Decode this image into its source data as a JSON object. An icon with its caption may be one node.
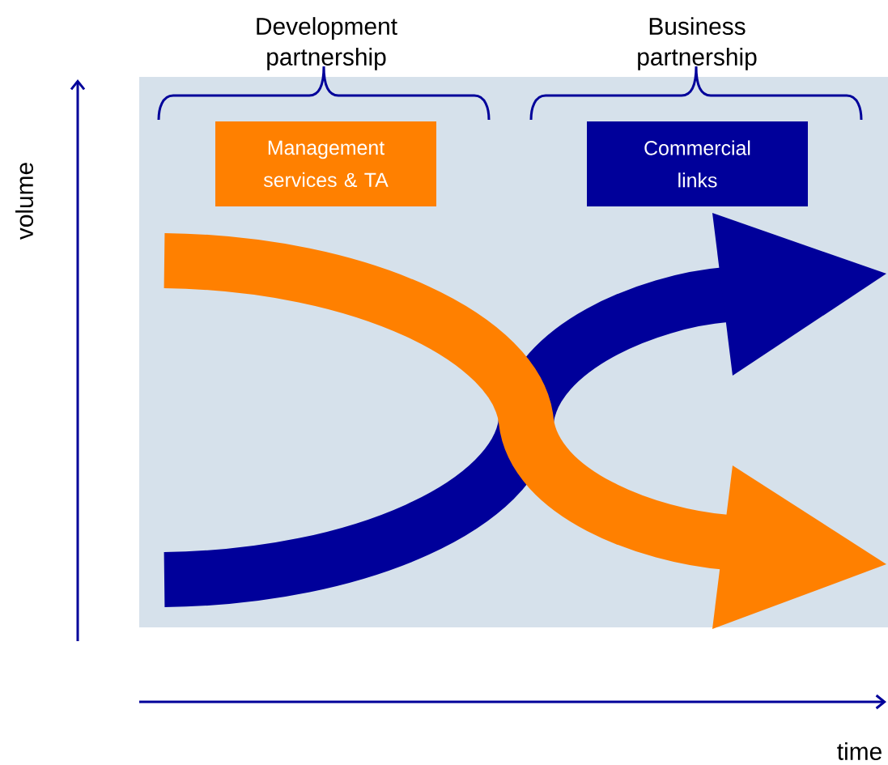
{
  "diagram": {
    "nodes": [
      {
        "text": [
          "Management services & TA"
        ]
      },
      {
        "text": [
          "Commercial links"
        ]
      }
    ],
    "labels": [
      "Development partnership",
      "Business partnership",
      "volume",
      "time"
    ]
  }
}
